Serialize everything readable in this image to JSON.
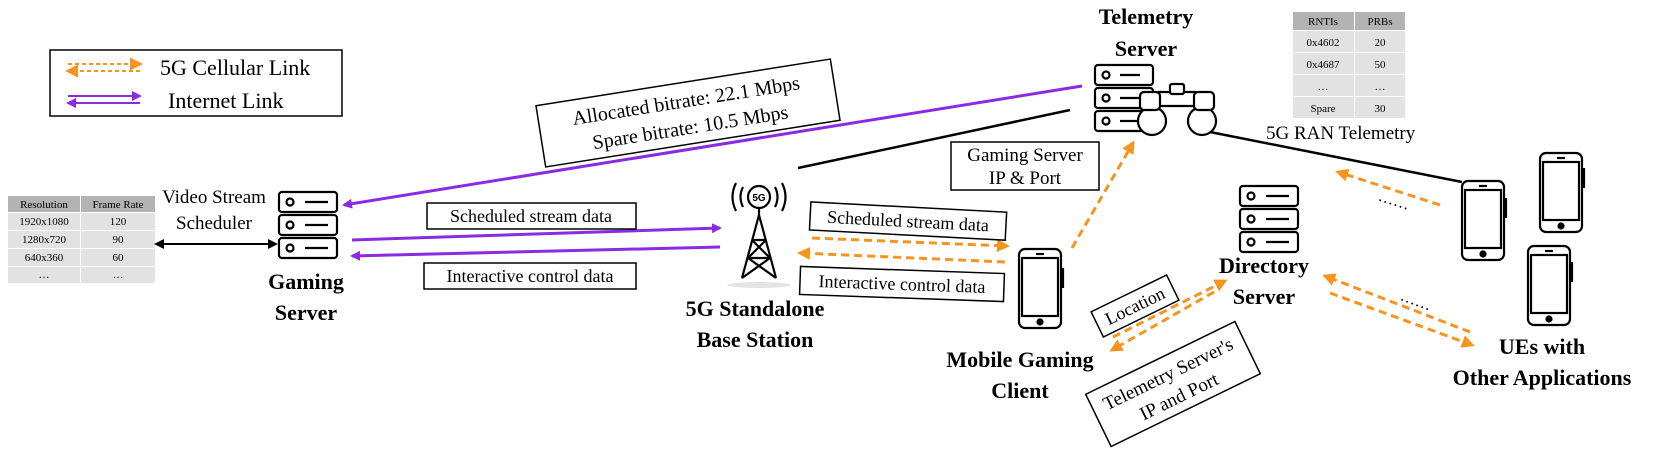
{
  "legend": {
    "cellular_label": "5G Cellular Link",
    "internet_label": "Internet Link"
  },
  "colors": {
    "cellular": "#f7941d",
    "internet": "#8a2be2",
    "line": "#000000",
    "table_header": "#b3b3b3",
    "table_row": "#e2e2e2"
  },
  "nodes": {
    "telemetry_server": [
      "Telemetry",
      "Server"
    ],
    "gaming_server": [
      "Gaming",
      "Server"
    ],
    "base_station": [
      "5G Standalone",
      "Base Station"
    ],
    "base_station_badge": "5G",
    "mobile_client": [
      "Mobile Gaming",
      "Client"
    ],
    "directory_server": [
      "Directory",
      "Server"
    ],
    "other_ues": [
      "UEs with",
      "Other Applications"
    ],
    "scheduler": [
      "Video Stream",
      "Scheduler"
    ]
  },
  "labels": {
    "bitrate": [
      "Allocated bitrate: 22.1 Mbps",
      "Spare bitrate: 10.5 Mbps"
    ],
    "gaming_ip": [
      "Gaming Server",
      "IP & Port"
    ],
    "sched_left": "Scheduled stream data",
    "ctrl_left": "Interactive control data",
    "sched_right": "Scheduled stream data",
    "ctrl_right": "Interactive control data",
    "location": "Location",
    "telemetry_ip": [
      "Telemetry Server's",
      "IP and Port"
    ],
    "ran_telemetry": "5G RAN Telemetry",
    "dots": "……"
  },
  "resolution_table": {
    "headers": [
      "Resolution",
      "Frame Rate"
    ],
    "rows": [
      [
        "1920x1080",
        "120"
      ],
      [
        "1280x720",
        "90"
      ],
      [
        "640x360",
        "60"
      ],
      [
        "…",
        "…"
      ]
    ]
  },
  "rnti_table": {
    "headers": [
      "RNTIs",
      "PRBs"
    ],
    "rows": [
      [
        "0x4602",
        "20"
      ],
      [
        "0x4687",
        "50"
      ],
      [
        "…",
        "…"
      ],
      [
        "Spare",
        "30"
      ]
    ]
  }
}
